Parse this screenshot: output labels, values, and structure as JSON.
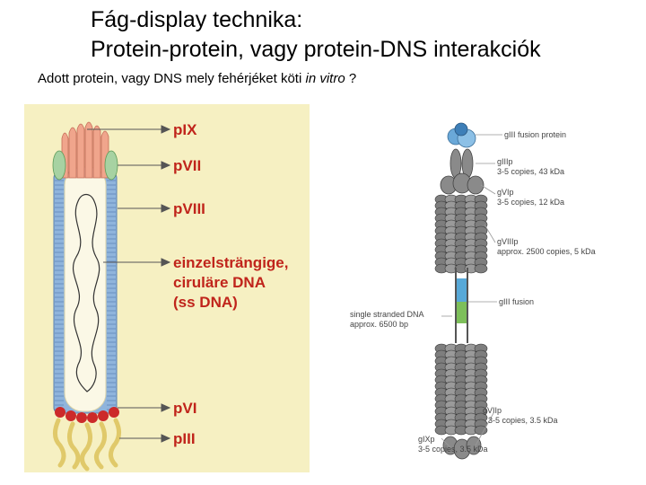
{
  "slide": {
    "title_line1": "Fág-display technika:",
    "title_line2": "Protein-protein, vagy protein-DNS interakciók",
    "subtitle_pre": "Adott protein, vagy DNS mely fehérjéket köti ",
    "subtitle_em": "in vitro",
    "subtitle_post": " ?"
  },
  "left_diagram": {
    "labels": [
      "pIX",
      "pVII",
      "pVIII",
      "einzelsträngige,",
      "ciruläre DNA",
      "(ss DNA)",
      "pVI",
      "pIII"
    ],
    "colors": {
      "background": "#f6f0c2",
      "label": "#c0241b",
      "coat": "#8fb4dc",
      "tip": "#f0a58c",
      "pVII": "#a7d2a2",
      "pVI": "#cc2a2a",
      "pIII": "#f1e59a"
    }
  },
  "right_diagram": {
    "labels": {
      "fusion_top": "gIII fusion protein",
      "g3p": "gIIIp",
      "g3p_detail": "3-5 copies, 43 kDa",
      "g6p": "gVIp",
      "g6p_detail": "3-5 copies, 12 kDa",
      "g8p": "gVIIIp",
      "g8p_detail": "approx. 2500 copies, 5 kDa",
      "fusion_mid": "gIII fusion",
      "ssdna": "single stranded DNA",
      "ssdna_detail": "approx. 6500 bp",
      "g7p": "gVIIp",
      "g7p_detail": "3-5 copies, 3.5 kDa",
      "g9p": "gIXp",
      "g9p_detail": "3-5 copies, 3.5 kDa"
    }
  }
}
